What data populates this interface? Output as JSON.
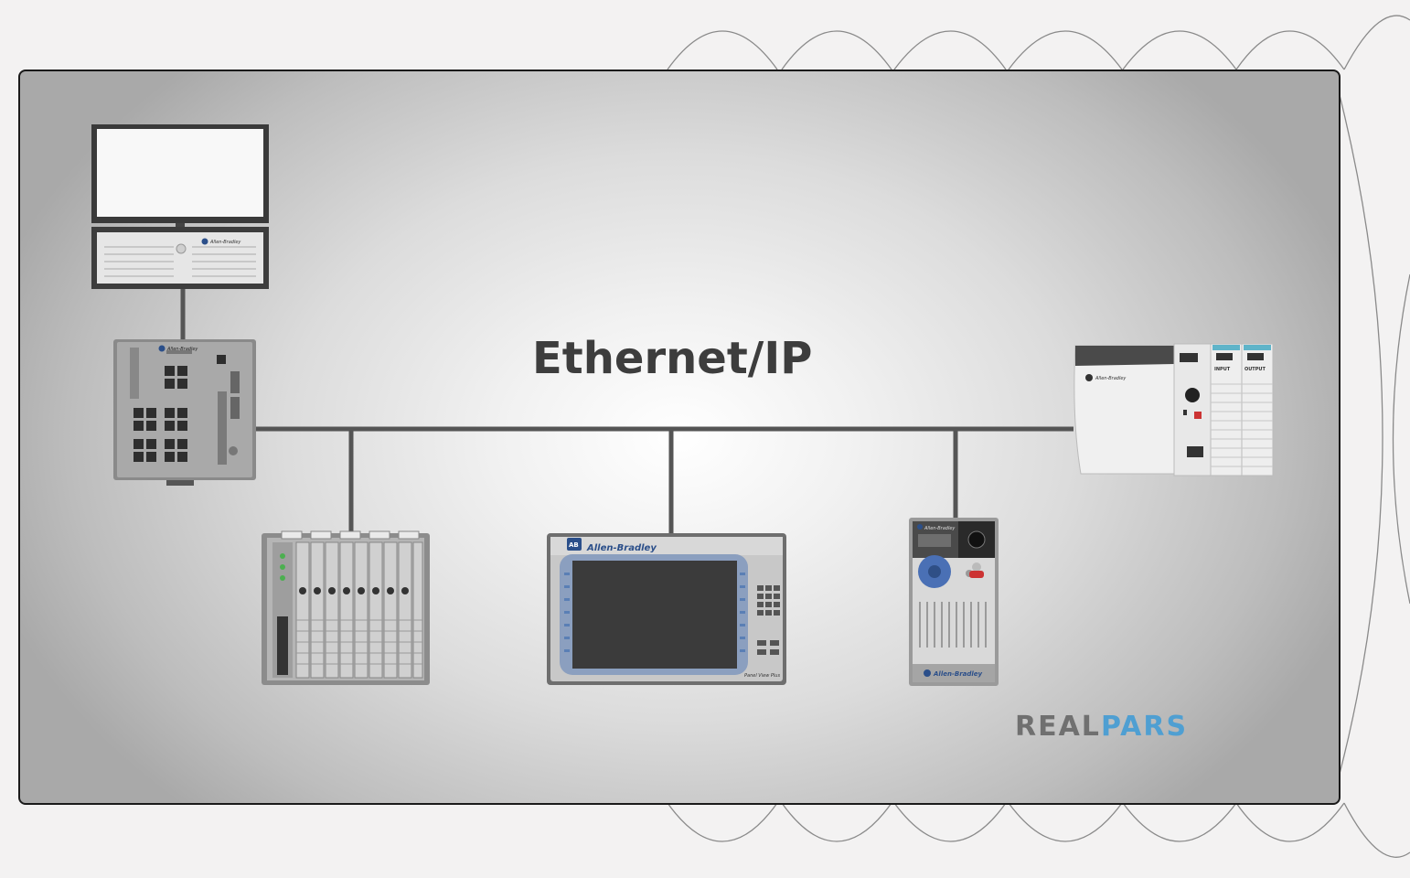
{
  "network": {
    "title": "Ethernet/IP"
  },
  "brand": {
    "part1": "REAL",
    "part2": "PARS"
  },
  "devices": {
    "workstation": {
      "brand": "Allen-Bradley"
    },
    "switch": {
      "brand": "Allen-Bradley"
    },
    "hmi": {
      "brand": "Allen-Bradley",
      "model": "Panel View Plus"
    },
    "drive": {
      "brand": "Allen-Bradley",
      "brand_bottom": "Allen-Bradley"
    },
    "plc": {
      "brand": "Allen-Bradley",
      "input_label": "INPUT",
      "output_label": "OUTPUT"
    }
  },
  "colors": {
    "logo_gray": "#707070",
    "logo_blue": "#4f9fd2",
    "cable": "#555555"
  }
}
